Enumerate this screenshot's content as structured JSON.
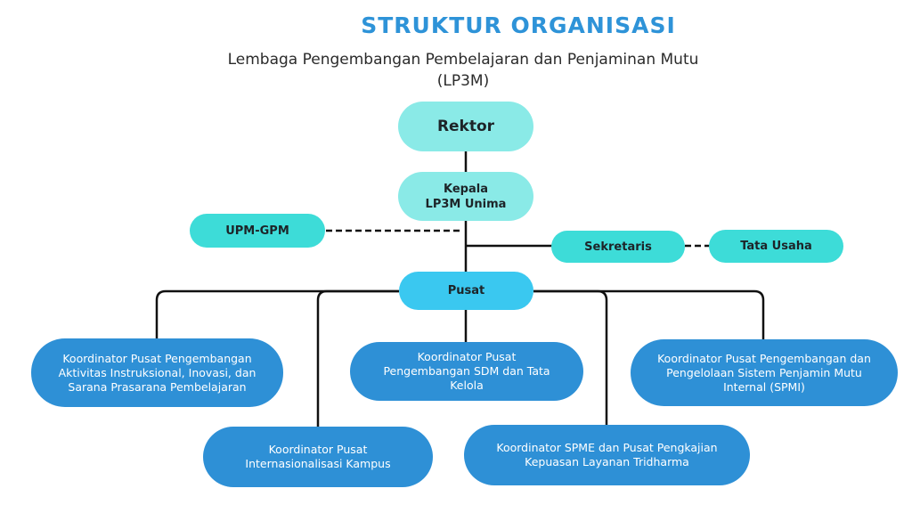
{
  "header": {
    "title": "STRUKTUR ORGANISASI",
    "subtitle_line1": "Lembaga Pengembangan Pembelajaran dan Penjaminan Mutu",
    "subtitle_line2": "(LP3M)"
  },
  "colors": {
    "title": "#2e93d8",
    "top_nodes": "#8aeae7",
    "side_nodes": "#3ddcd8",
    "pusat_node": "#3ac8f0",
    "coordinator_nodes": "#2e90d6",
    "lines": "#111111"
  },
  "nodes": {
    "rektor": "Rektor",
    "kepala": "Kepala LP3M Unima",
    "upm_gpm": "UPM-GPM",
    "sekretaris": "Sekretaris",
    "tata_usaha": "Tata Usaha",
    "pusat": "Pusat",
    "koordinator": [
      "Koordinator Pusat Pengembangan Aktivitas Instruksional, Inovasi, dan Sarana Prasarana Pembelajaran",
      "Koordinator Pusat Internasionalisasi Kampus",
      "Koordinator Pusat Pengembangan SDM dan Tata Kelola",
      "Koordinator SPME dan Pusat Pengkajian Kepuasan Layanan Tridharma",
      "Koordinator Pusat Pengembangan dan Pengelolaan Sistem Penjamin Mutu Internal (SPMI)"
    ]
  }
}
